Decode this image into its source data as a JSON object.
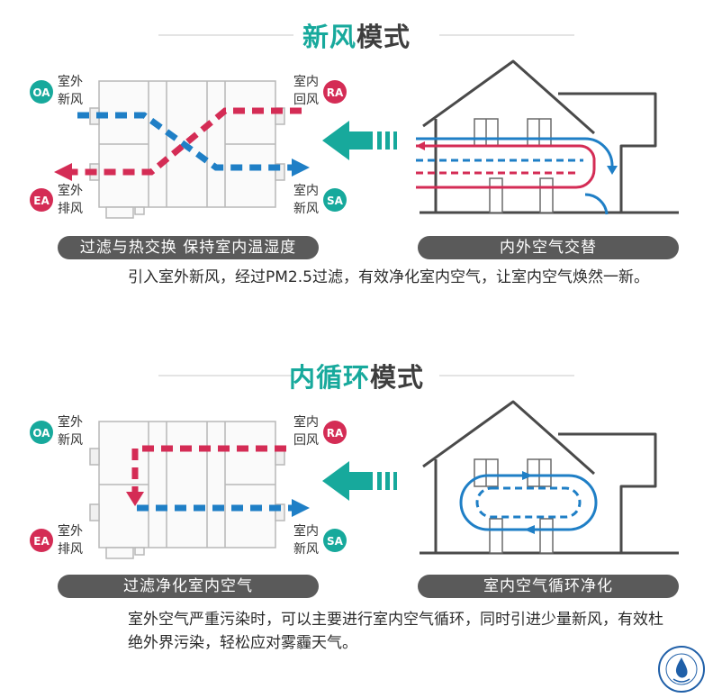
{
  "section1": {
    "title_highlight": "新风",
    "title_rest": "模式",
    "labels": {
      "oa_badge": "OA",
      "oa_line1": "室外",
      "oa_line2": "新风",
      "ra_badge": "RA",
      "ra_line1": "室内",
      "ra_line2": "回风",
      "ea_badge": "EA",
      "ea_line1": "室外",
      "ea_line2": "排风",
      "sa_badge": "SA",
      "sa_line1": "室内",
      "sa_line2": "新风"
    },
    "left_caption": "过滤与热交换  保持室内温湿度",
    "right_caption": "内外空气交替",
    "description": "引入室外新风，经过PM2.5过滤，有效净化室内空气，让室内空气焕然一新。"
  },
  "section2": {
    "title_highlight": "内循环",
    "title_rest": "模式",
    "labels": {
      "oa_badge": "OA",
      "oa_line1": "室外",
      "oa_line2": "新风",
      "ra_badge": "RA",
      "ra_line1": "室内",
      "ra_line2": "回风",
      "ea_badge": "EA",
      "ea_line1": "室外",
      "ea_line2": "排风",
      "sa_badge": "SA",
      "sa_line1": "室内",
      "sa_line2": "新风"
    },
    "left_caption": "过滤净化室内空气",
    "right_caption": "室内空气循环净化",
    "description": "室外空气严重污染时，可以主要进行室内空气循环，同时引进少量新风，有效杜绝外界污染，轻松应对雾霾天气。"
  },
  "colors": {
    "teal": "#17a99c",
    "blue": "#1f7fc6",
    "red": "#d42c55",
    "pill": "#5a5a5a",
    "outline": "#4a4a4a"
  }
}
